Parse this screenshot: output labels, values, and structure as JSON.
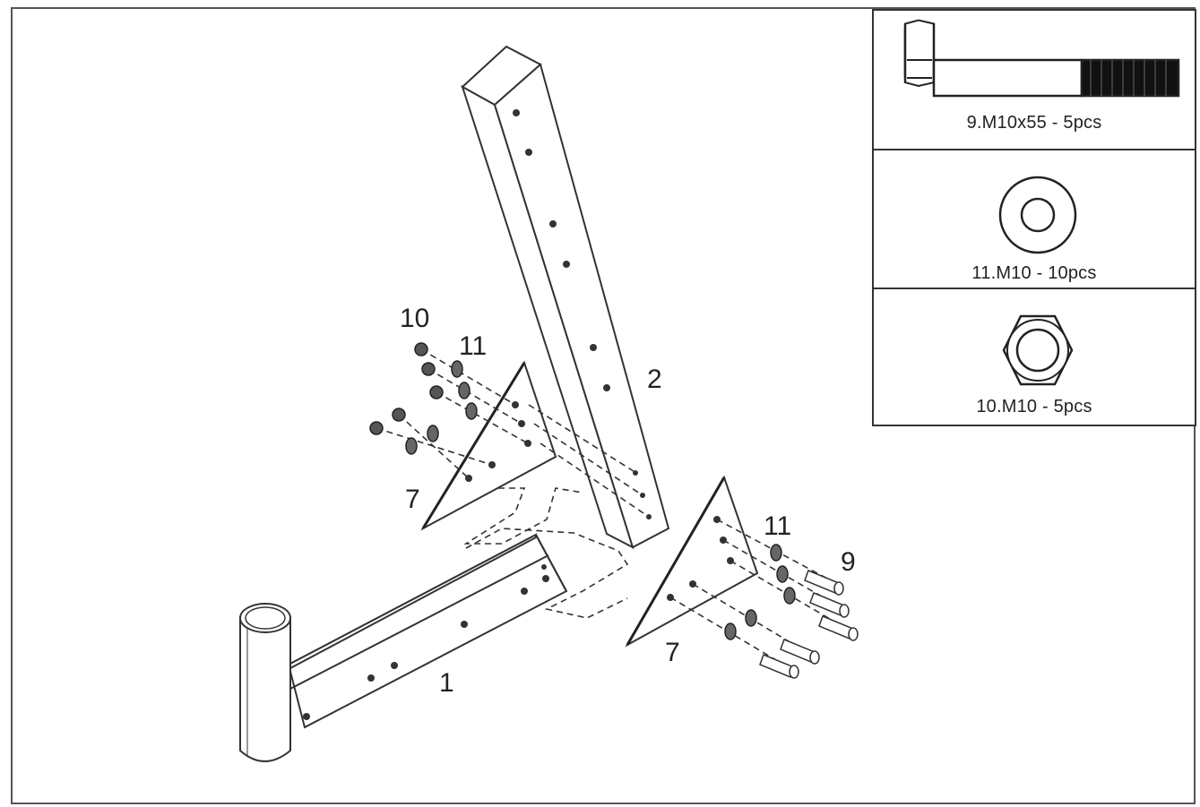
{
  "parts_list": [
    {
      "label": "9.M10x55 - 5pcs",
      "icon": "bolt-icon"
    },
    {
      "label": "11.M10 - 10pcs",
      "icon": "washer-icon"
    },
    {
      "label": "10.M10 - 5pcs",
      "icon": "hex-nut-icon"
    }
  ],
  "callouts": {
    "part_1": "1",
    "part_2": "2",
    "part_7_left": "7",
    "part_7_right": "7",
    "part_9": "9",
    "part_10": "10",
    "part_11_left": "11",
    "part_11_right": "11"
  },
  "colors": {
    "line": "#333333",
    "background": "#ffffff"
  }
}
